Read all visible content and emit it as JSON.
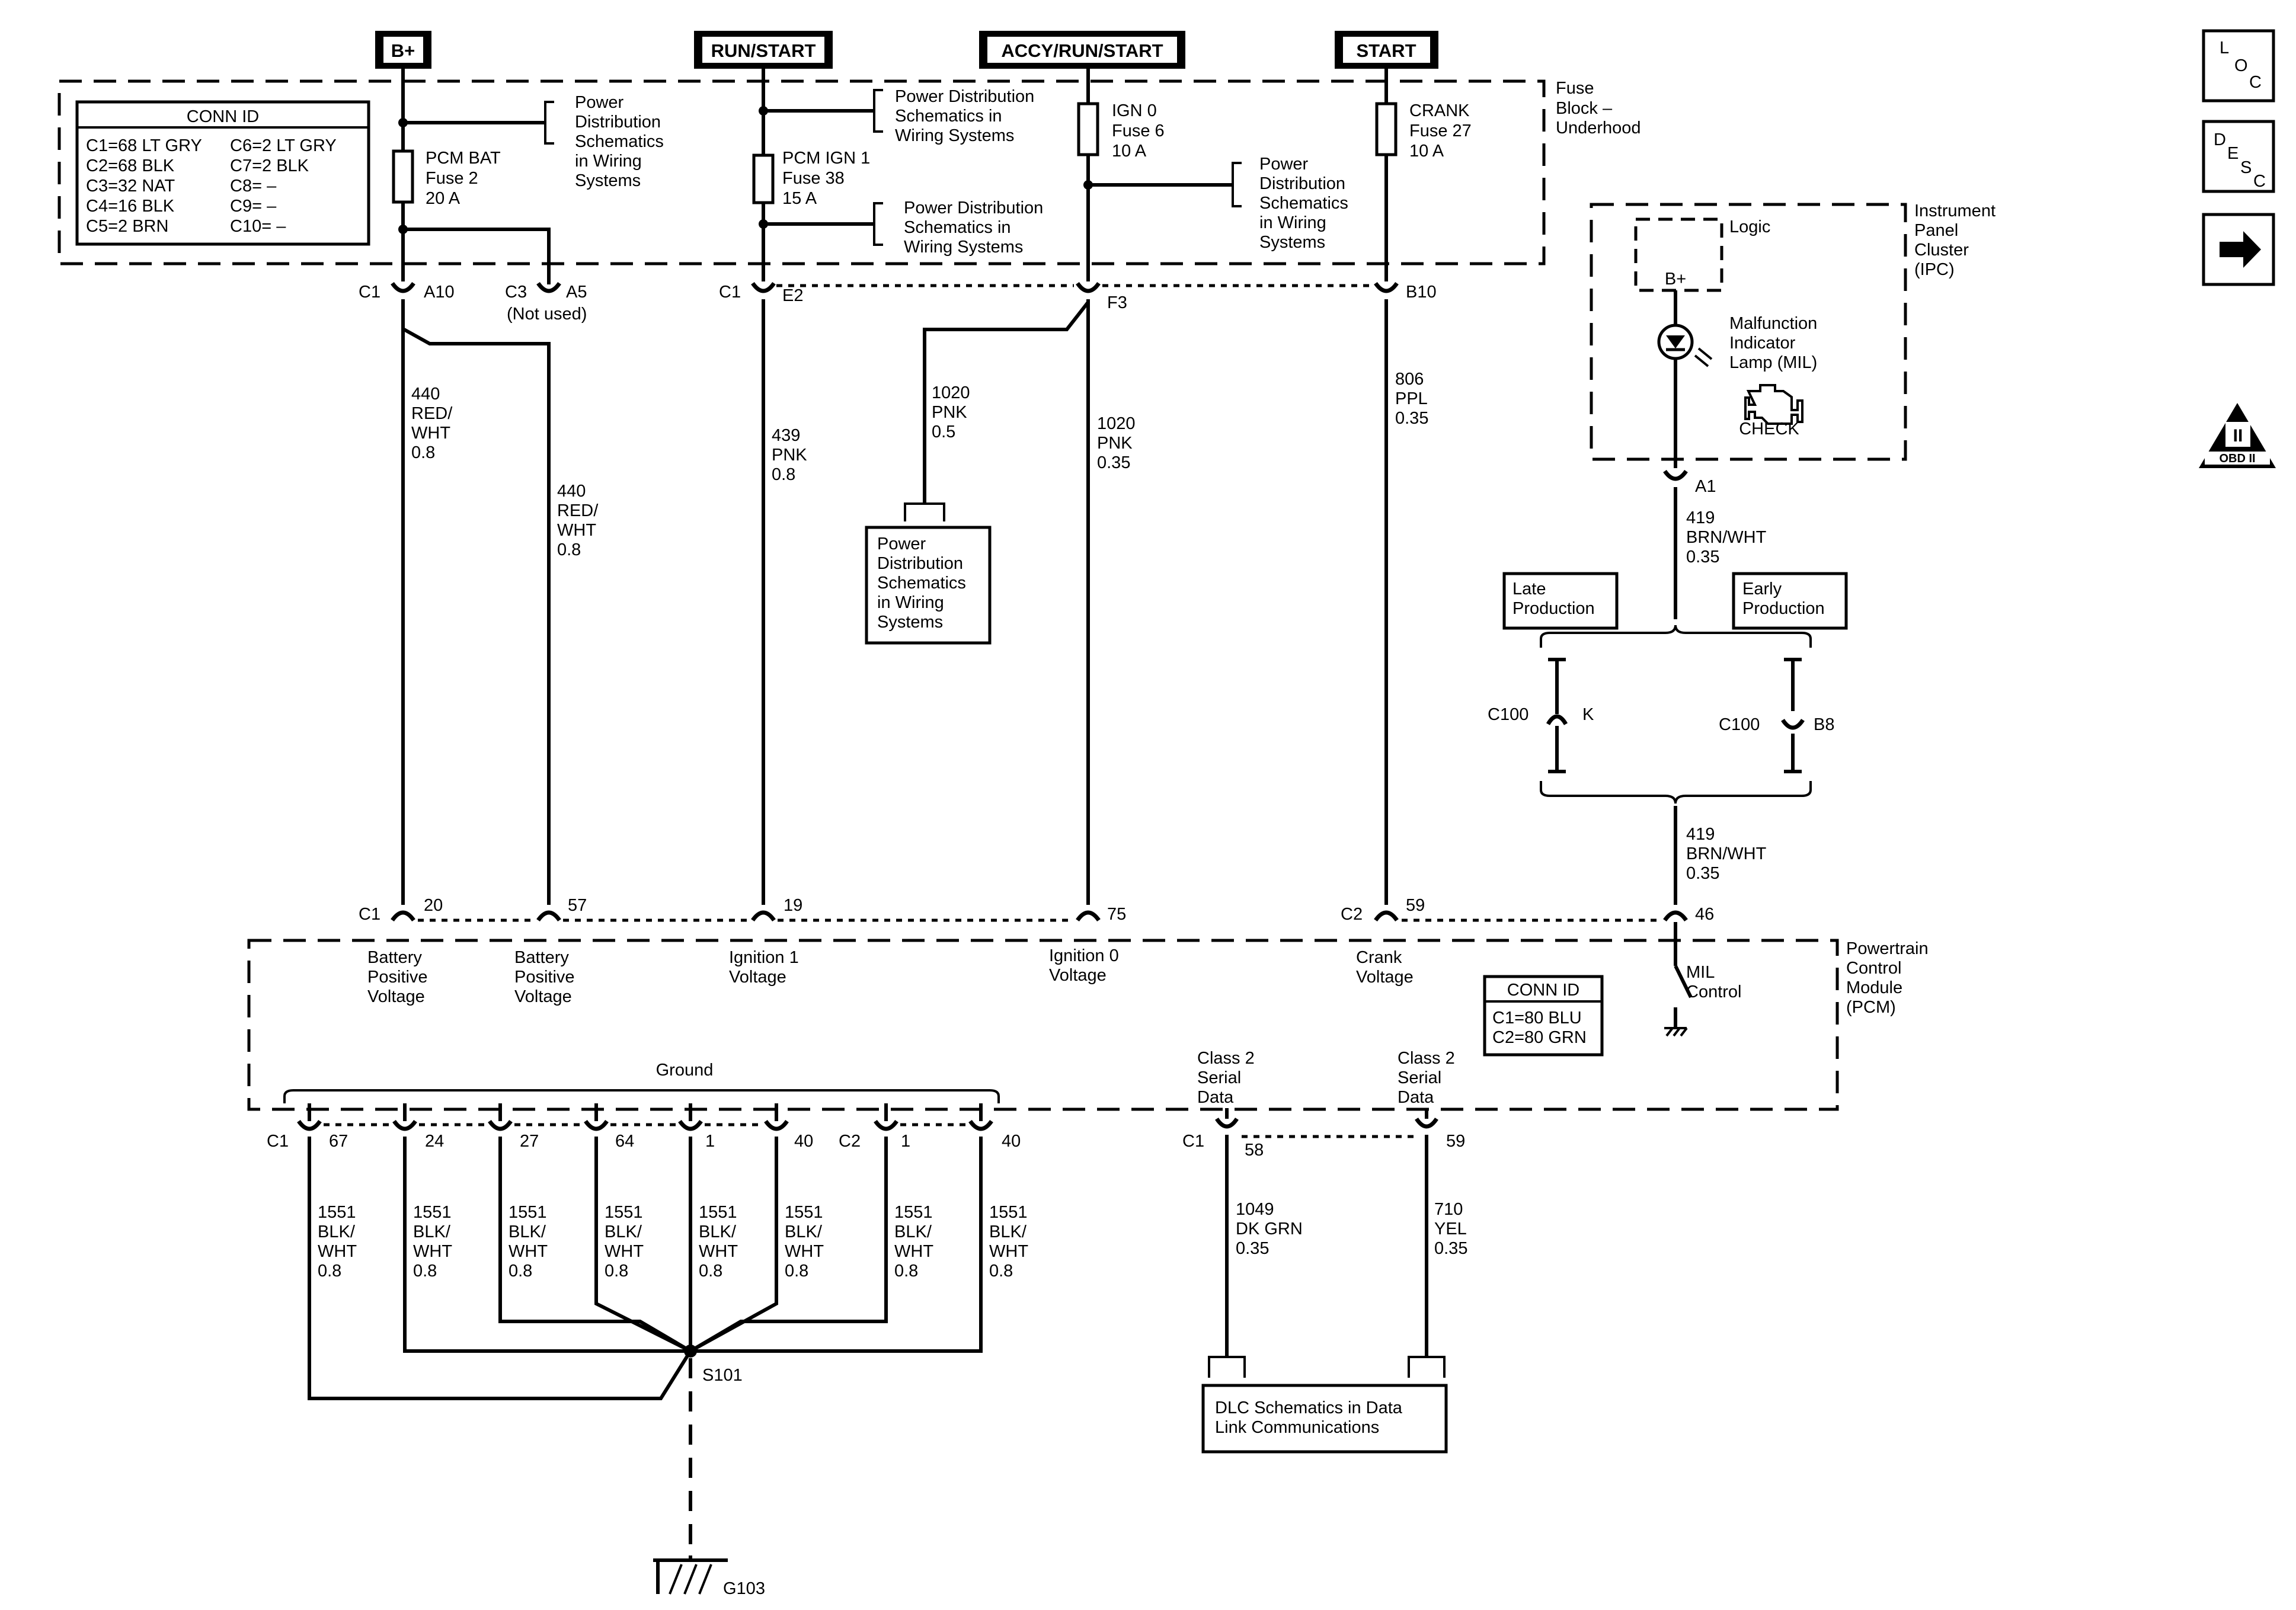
{
  "sources": {
    "bplus": "B+",
    "run_start": "RUN/START",
    "accy_run_start": "ACCY/RUN/START",
    "start": "START"
  },
  "fuse_block": {
    "title": [
      "Fuse",
      "Block –",
      "Underhood"
    ],
    "conn_id": {
      "title": "CONN ID",
      "rows": [
        [
          "C1=68 LT GRY",
          "C6=2 LT GRY"
        ],
        [
          "C2=68 BLK",
          "C7=2 BLK"
        ],
        [
          "C3=32 NAT",
          "C8= –"
        ],
        [
          "C4=16 BLK",
          "C9= –"
        ],
        [
          "C5=2 BRN",
          "C10= –"
        ]
      ]
    },
    "pcm_bat_fuse": [
      "PCM BAT",
      "Fuse 2",
      "20 A"
    ],
    "pcm_ign1_fuse": [
      "PCM IGN 1",
      "Fuse 38",
      "15 A"
    ],
    "ign0_fuse": [
      "IGN 0",
      "Fuse 6",
      "10 A"
    ],
    "crank_fuse": [
      "CRANK",
      "Fuse 27",
      "10 A"
    ],
    "pd_note_bplus": [
      "Power",
      "Distribution",
      "Schematics",
      "in Wiring",
      "Systems"
    ],
    "pd_note_run_top": [
      "Power Distribution",
      "Schematics in",
      "Wiring Systems"
    ],
    "pd_note_run_mid": [
      "Power Distribution",
      "Schematics in",
      "Wiring Systems"
    ],
    "pd_note_ign0": [
      "Power",
      "Distribution",
      "Schematics",
      "in Wiring",
      "Systems"
    ]
  },
  "fuse_block_connectors": {
    "a10": {
      "conn": "C1",
      "pin": "A10"
    },
    "a5": {
      "conn": "C3",
      "pin": "A5",
      "note": "(Not used)"
    },
    "e2": {
      "conn": "C1",
      "pin": "E2"
    },
    "f3": {
      "pin": "F3"
    },
    "b10": {
      "pin": "B10"
    }
  },
  "wires": {
    "w440a": [
      "440",
      "RED/",
      "WHT",
      "0.8"
    ],
    "w440b": [
      "440",
      "RED/",
      "WHT",
      "0.8"
    ],
    "w439": [
      "439",
      "PNK",
      "0.8"
    ],
    "w1020_branch": [
      "1020",
      "PNK",
      "0.5"
    ],
    "w1020": [
      "1020",
      "PNK",
      "0.35"
    ],
    "w806": [
      "806",
      "PPL",
      "0.35"
    ],
    "w419_top": [
      "419",
      "BRN/WHT",
      "0.35"
    ],
    "w419_bot": [
      "419",
      "BRN/WHT",
      "0.35"
    ],
    "w1049": [
      "1049",
      "DK GRN",
      "0.35"
    ],
    "w710": [
      "710",
      "YEL",
      "0.35"
    ],
    "ground_wire": [
      "1551",
      "BLK/",
      "WHT",
      "0.8"
    ]
  },
  "pd_box": [
    "Power",
    "Distribution",
    "Schematics",
    "in Wiring",
    "Systems"
  ],
  "ipc": {
    "title": [
      "Instrument",
      "Panel",
      "Cluster",
      "(IPC)"
    ],
    "logic": "Logic",
    "bplus": "B+",
    "mil": [
      "Malfunction",
      "Indicator",
      "Lamp (MIL)"
    ],
    "check": "CHECK",
    "conn_pin": "A1"
  },
  "production": {
    "late": [
      "Late",
      "Production"
    ],
    "early": [
      "Early",
      "Production"
    ]
  },
  "c100_k": {
    "conn": "C100",
    "pin": "K"
  },
  "c100_b8": {
    "conn": "C100",
    "pin": "B8"
  },
  "pcm": {
    "title": [
      "Powertrain",
      "Control",
      "Module",
      "(PCM)"
    ],
    "conn_id": {
      "title": "CONN ID",
      "rows": [
        "C1=80 BLU",
        "C2=80 GRN"
      ]
    },
    "pins_top": {
      "c1": "C1",
      "p20": "20",
      "p57": "57",
      "p19": "19",
      "p75": "75",
      "c2": "C2",
      "p59": "59",
      "p46": "46"
    },
    "labels": {
      "batt1": [
        "Battery",
        "Positive",
        "Voltage"
      ],
      "batt2": [
        "Battery",
        "Positive",
        "Voltage"
      ],
      "ign1": [
        "Ignition 1",
        "Voltage"
      ],
      "ign0": [
        "Ignition 0",
        "Voltage"
      ],
      "crank": [
        "Crank",
        "Voltage"
      ],
      "mil": [
        "MIL",
        "Control"
      ],
      "ground": "Ground",
      "serial1": [
        "Class 2",
        "Serial",
        "Data"
      ],
      "serial2": [
        "Class 2",
        "Serial",
        "Data"
      ]
    },
    "ground_pins": {
      "c1": "C1",
      "c2": "C2",
      "pins": [
        "67",
        "24",
        "27",
        "64",
        "1",
        "40",
        "1",
        "40"
      ]
    },
    "serial_pins": {
      "c1": "C1",
      "p58": "58",
      "p59": "59"
    }
  },
  "splice": "S101",
  "ground_point": "G103",
  "dlc_box": [
    "DLC Schematics in Data",
    "Link Communications"
  ],
  "side_icons": {
    "loc": [
      "L",
      "O",
      "C"
    ],
    "desc": [
      "D",
      "E",
      "S",
      "C"
    ],
    "obd": [
      "II",
      "OBD II"
    ],
    "icons": [
      "location-icon",
      "description-icon",
      "next-arrow-icon",
      "obd-ii-icon"
    ]
  }
}
